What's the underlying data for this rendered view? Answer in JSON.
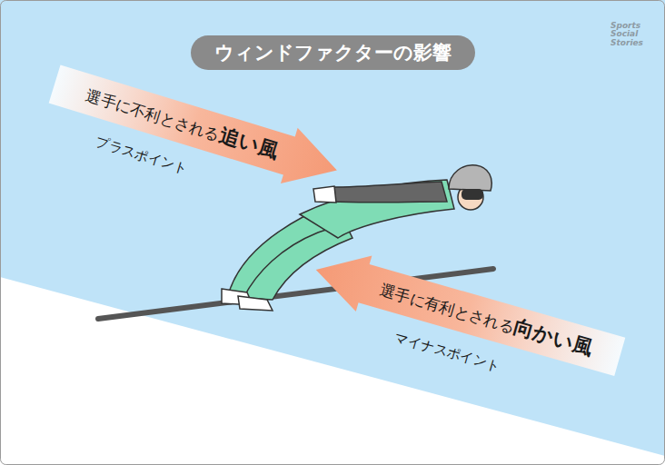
{
  "diagram": {
    "title": "ウィンドファクターの影響",
    "nodes": [
      {
        "text": [
          "選手に不利とされる",
          "追い風",
          "プラスポイント"
        ]
      },
      {
        "text": [
          "選手に有利とされる",
          "向かい風",
          "マイナスポイント"
        ]
      }
    ],
    "labels": [
      "Sports Social Stories"
    ]
  }
}
